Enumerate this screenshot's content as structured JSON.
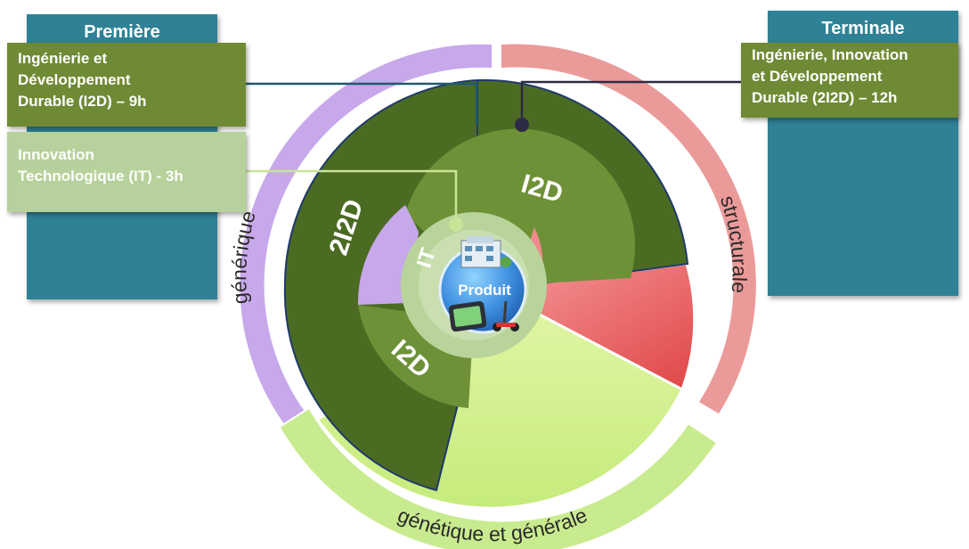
{
  "left_panel": {
    "title": "Première",
    "box1_lines": [
      "Ingénierie et",
      "Développement",
      "Durable  (I2D) – 9h"
    ],
    "box2_lines": [
      "Innovation",
      "Technologique (IT) - 3h"
    ]
  },
  "right_panel": {
    "title": "Terminale",
    "box_lines": [
      "Ingénierie, Innovation",
      "et Développement",
      "Durable (2I2D) – 12h"
    ]
  },
  "diagram": {
    "center_label": "Produit",
    "ring_labels": {
      "left": "générique",
      "right": "structurale",
      "bottom": "génétique et générale"
    },
    "segment_labels": {
      "outer_left": "2I2D",
      "mid_top": "I2D",
      "mid_bottom": "I2D",
      "inner": "IT"
    },
    "icon_names": [
      "building-icon",
      "smartphone-icon",
      "segway-icon"
    ]
  },
  "colors": {
    "panel": "#2f8196",
    "dark_green": "#4b6b22",
    "mid_green": "#6e9138",
    "light_green": "#b9d49a",
    "lime": "#d7f29a",
    "lilac": "#c7a8eb",
    "pink": "#f08a8d",
    "center_blue": "#3f8fe0"
  }
}
